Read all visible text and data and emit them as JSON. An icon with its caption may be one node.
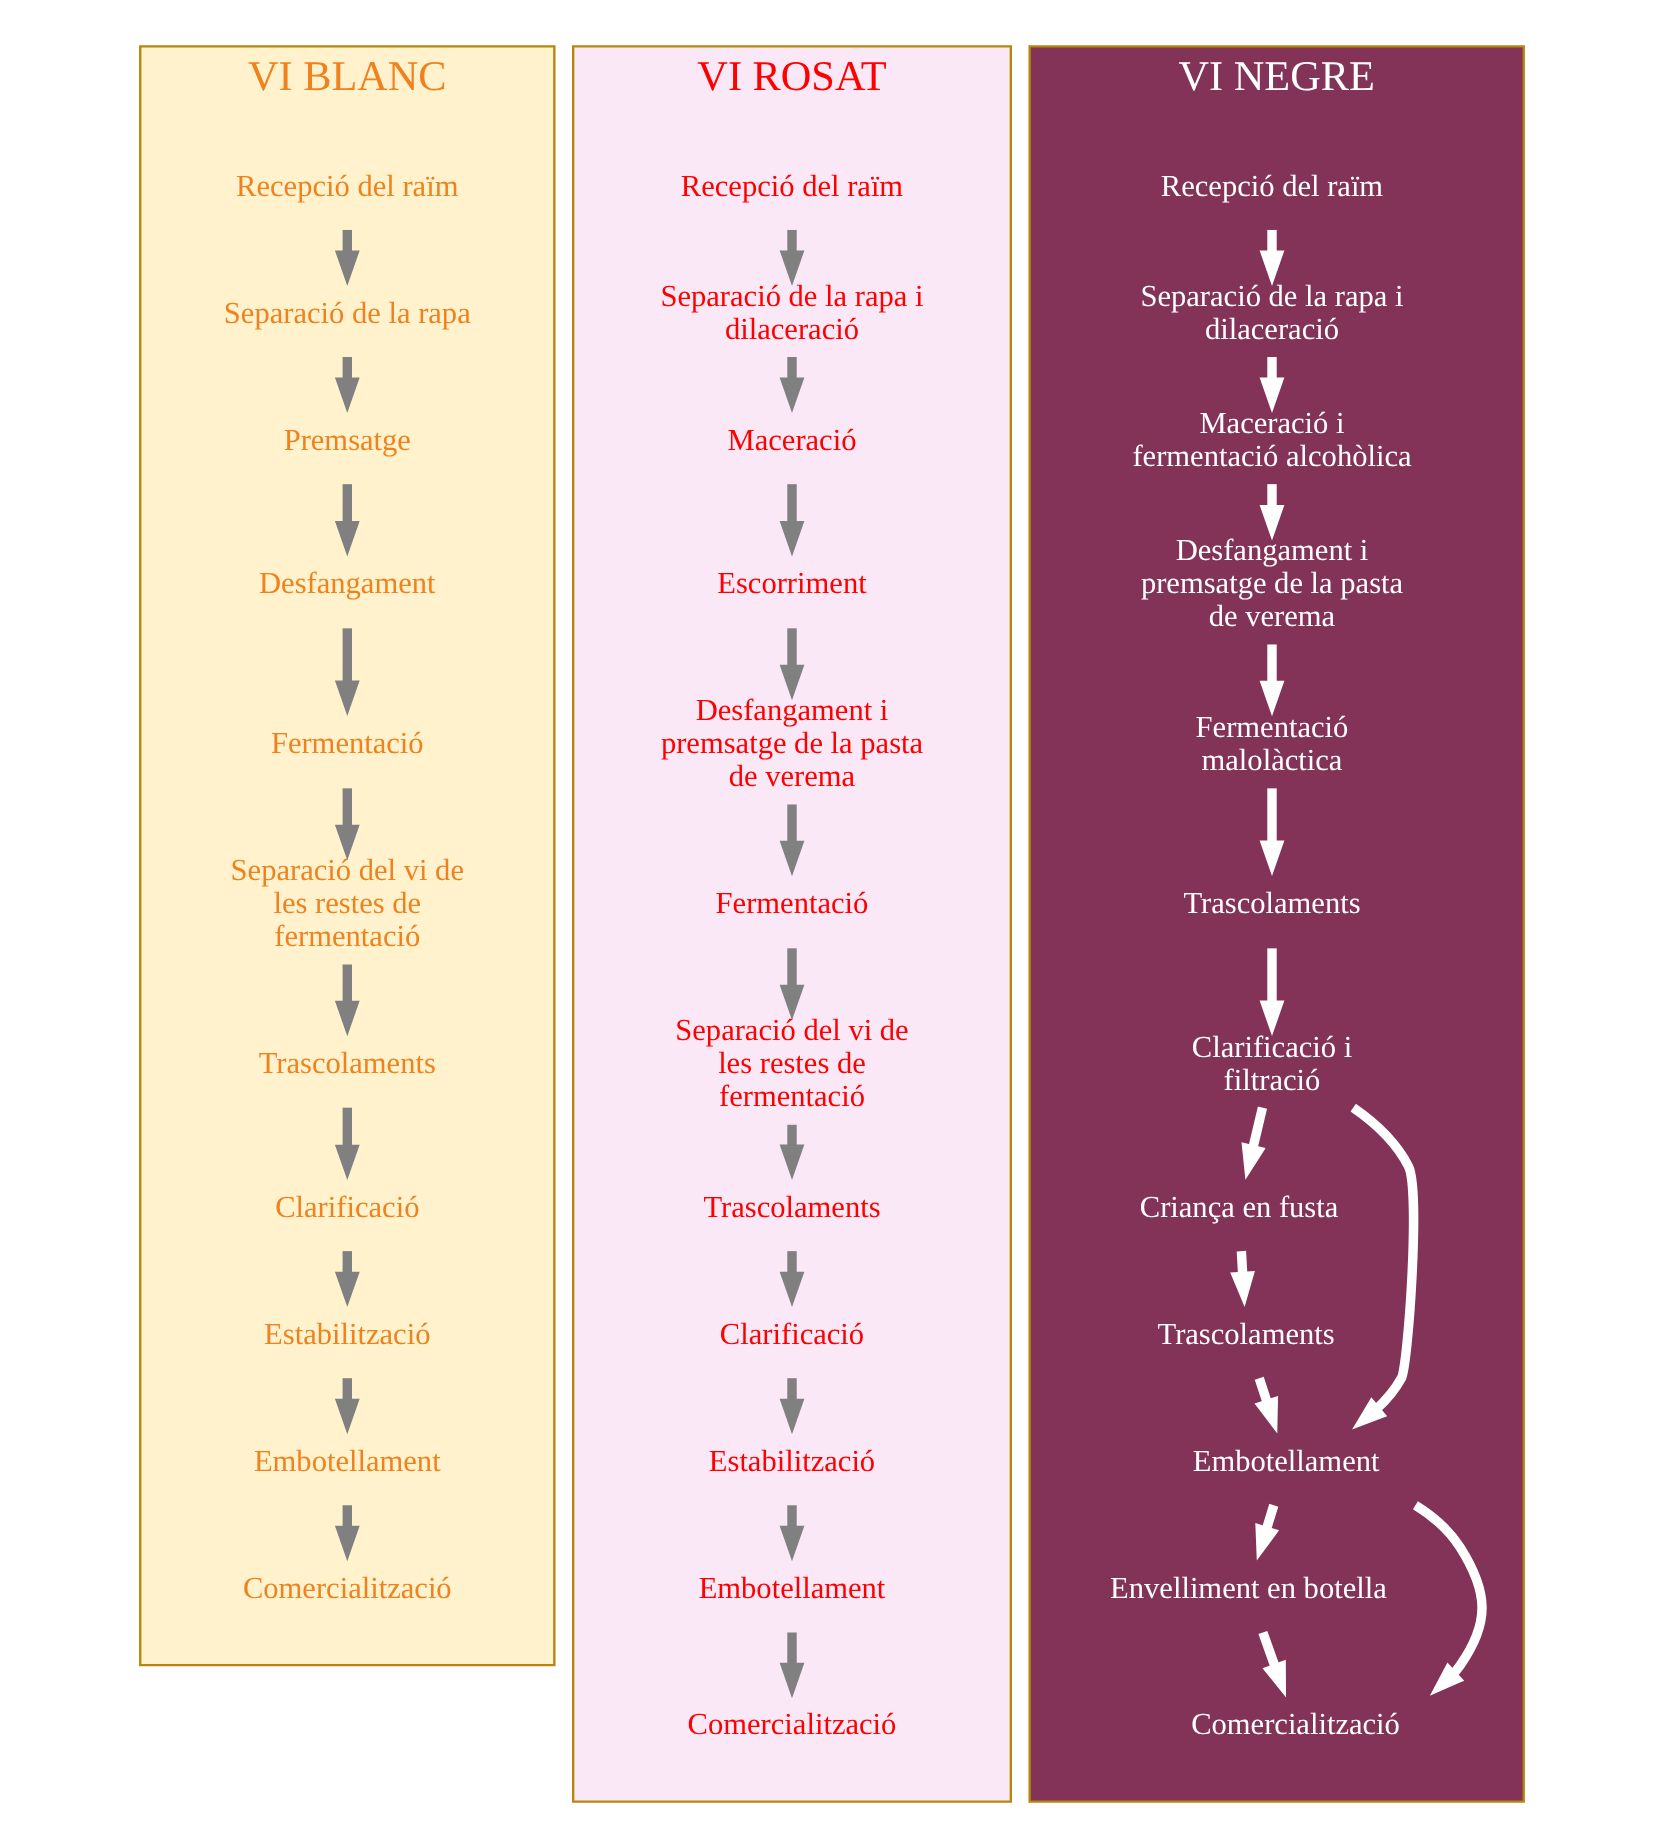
{
  "diagram": {
    "nodes": [
      {
        "text": [
          "VI BLANC"
        ]
      },
      {
        "text": [
          "Recepció del raïm"
        ],
        "in": 0
      },
      {
        "text": [
          "Separació de la rapa"
        ],
        "in": 0
      },
      {
        "text": [
          "Premsatge"
        ],
        "in": 0
      },
      {
        "text": [
          "Desfangament"
        ],
        "in": 0
      },
      {
        "text": [
          "Fermentació"
        ],
        "in": 0
      },
      {
        "text": [
          "Separació del vi de les restes de fermentació"
        ],
        "in": 0
      },
      {
        "text": [
          "Trascolaments"
        ],
        "in": 0
      },
      {
        "text": [
          "Clarificació"
        ],
        "in": 0
      },
      {
        "text": [
          "Estabilització"
        ],
        "in": 0
      },
      {
        "text": [
          "Embotellament"
        ],
        "in": 0
      },
      {
        "text": [
          "Comercialització"
        ],
        "in": 0
      },
      {
        "text": [
          "VI ROSAT"
        ]
      },
      {
        "text": [
          "Recepció del raïm"
        ],
        "in": 12
      },
      {
        "text": [
          "Separació de la rapa i dilaceració"
        ],
        "in": 12
      },
      {
        "text": [
          "Maceració"
        ],
        "in": 12
      },
      {
        "text": [
          "Escorriment"
        ],
        "in": 12
      },
      {
        "text": [
          "Desfangament i premsatge de la pasta de verema"
        ],
        "in": 12
      },
      {
        "text": [
          "Fermentació"
        ],
        "in": 12
      },
      {
        "text": [
          "Separació del vi de les restes de fermentació"
        ],
        "in": 12
      },
      {
        "text": [
          "Trascolaments"
        ],
        "in": 12
      },
      {
        "text": [
          "Clarificació"
        ],
        "in": 12
      },
      {
        "text": [
          "Estabilització"
        ],
        "in": 12
      },
      {
        "text": [
          "Embotellament"
        ],
        "in": 12
      },
      {
        "text": [
          "Comercialització"
        ],
        "in": 12
      },
      {
        "text": [
          "VI NEGRE"
        ]
      },
      {
        "text": [
          "Recepció del raïm"
        ],
        "in": 25
      },
      {
        "text": [
          "Separació de la rapa i dilaceració"
        ],
        "in": 25
      },
      {
        "text": [
          "Maceració i fermentació alcohòlica"
        ],
        "in": 25
      },
      {
        "text": [
          "Desfangament i premsatge de la pasta de verema"
        ],
        "in": 25
      },
      {
        "text": [
          "Fermentació malolàctica"
        ],
        "in": 25
      },
      {
        "text": [
          "Trascolaments"
        ],
        "in": 25
      },
      {
        "text": [
          "Clarificació i filtració"
        ],
        "in": 25
      },
      {
        "text": [
          "Criança en fusta"
        ],
        "in": 25
      },
      {
        "text": [
          "Trascolaments"
        ],
        "in": 25
      },
      {
        "text": [
          "Embotellament"
        ],
        "in": 25
      },
      {
        "text": [
          "Envelliment en botella"
        ],
        "in": 25
      },
      {
        "text": [
          "Comercialització"
        ],
        "in": 25
      }
    ],
    "edges": [
      {
        "from": 1,
        "to": 2,
        "arrow": "to"
      },
      {
        "from": 2,
        "to": 3,
        "arrow": "to"
      },
      {
        "from": 3,
        "to": 4,
        "arrow": "to"
      },
      {
        "from": 4,
        "to": 5,
        "arrow": "to"
      },
      {
        "from": 5,
        "to": 6,
        "arrow": "to"
      },
      {
        "from": 6,
        "to": 7,
        "arrow": "to"
      },
      {
        "from": 7,
        "to": 8,
        "arrow": "to"
      },
      {
        "from": 8,
        "to": 9,
        "arrow": "to"
      },
      {
        "from": 9,
        "to": 10,
        "arrow": "to"
      },
      {
        "from": 10,
        "to": 11,
        "arrow": "to"
      },
      {
        "from": 13,
        "to": 14,
        "arrow": "to"
      },
      {
        "from": 14,
        "to": 15,
        "arrow": "to"
      },
      {
        "from": 15,
        "to": 16,
        "arrow": "to"
      },
      {
        "from": 16,
        "to": 17,
        "arrow": "to"
      },
      {
        "from": 17,
        "to": 18,
        "arrow": "to"
      },
      {
        "from": 18,
        "to": 19,
        "arrow": "to"
      },
      {
        "from": 19,
        "to": 20,
        "arrow": "to"
      },
      {
        "from": 20,
        "to": 21,
        "arrow": "to"
      },
      {
        "from": 21,
        "to": 22,
        "arrow": "to"
      },
      {
        "from": 22,
        "to": 23,
        "arrow": "to"
      },
      {
        "from": 23,
        "to": 24,
        "arrow": "to"
      },
      {
        "from": 26,
        "to": 27,
        "arrow": "to",
        "color": "#ffffff"
      },
      {
        "from": 27,
        "to": 28,
        "arrow": "to",
        "color": "#ffffff"
      },
      {
        "from": 28,
        "to": 29,
        "arrow": "to",
        "color": "#ffffff"
      },
      {
        "from": 29,
        "to": 30,
        "arrow": "to",
        "color": "#ffffff"
      },
      {
        "from": 30,
        "to": 31,
        "arrow": "to",
        "color": "#ffffff"
      },
      {
        "from": 31,
        "to": 32,
        "arrow": "to",
        "color": "#ffffff"
      },
      {
        "from": 32,
        "to": 33,
        "arrow": "to",
        "color": "#ffffff"
      },
      {
        "from": 33,
        "to": 34,
        "arrow": "to",
        "color": "#ffffff"
      },
      {
        "from": 34,
        "to": 35,
        "arrow": "to",
        "color": "#ffffff"
      },
      {
        "from": 32,
        "to": 35,
        "arrow": "to",
        "color": "#ffffff"
      },
      {
        "from": 35,
        "to": 36,
        "arrow": "to",
        "color": "#ffffff"
      },
      {
        "from": 36,
        "to": 37,
        "arrow": "to",
        "color": "#ffffff"
      },
      {
        "from": 35,
        "to": 37,
        "arrow": "to",
        "color": "#ffffff"
      }
    ]
  }
}
